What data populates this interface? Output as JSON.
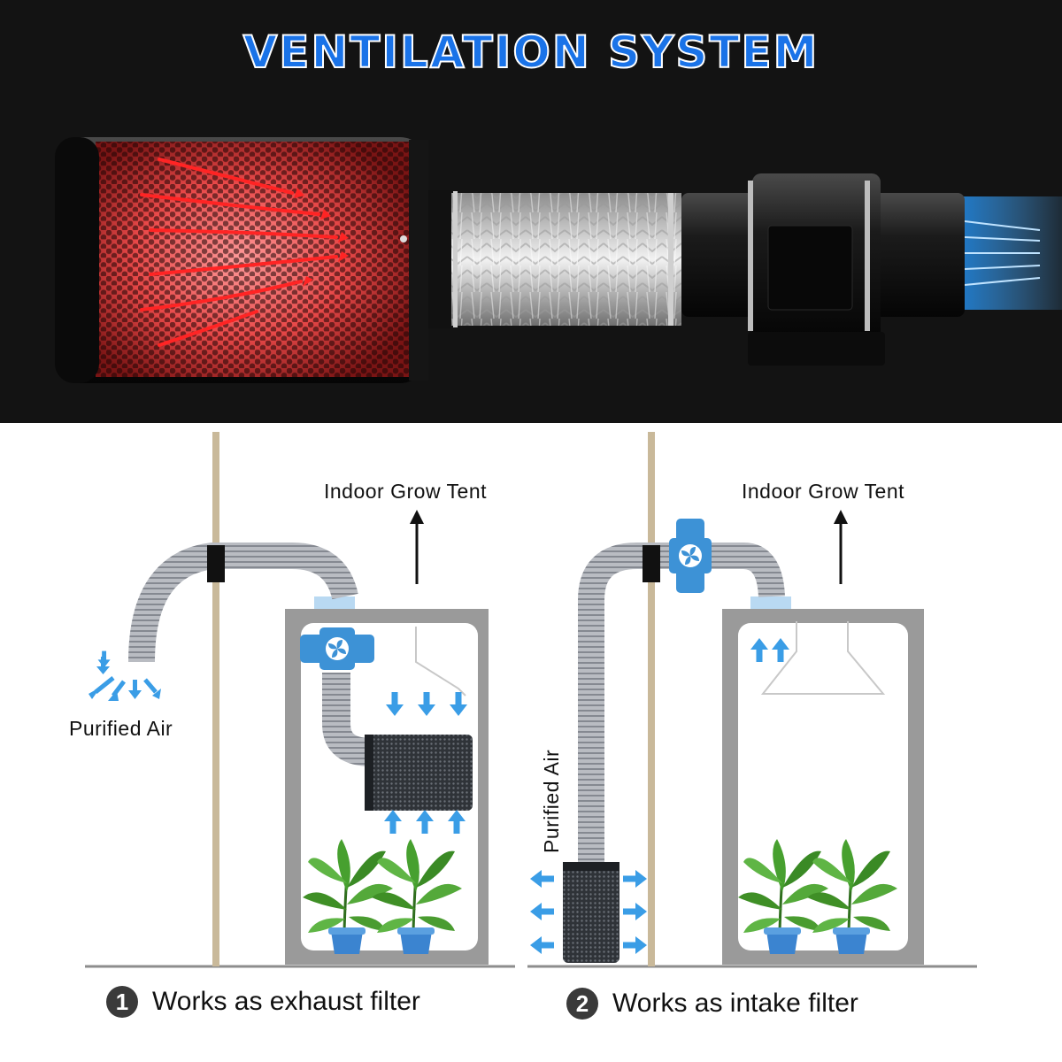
{
  "header": {
    "title": "VENTILATION SYSTEM"
  },
  "left_setup": {
    "tent_label": "Indoor Grow Tent",
    "purified_label": "Purified Air",
    "step_number": "1",
    "caption": "Works as exhaust filter"
  },
  "right_setup": {
    "tent_label": "Indoor Grow Tent",
    "purified_label": "Purified Air",
    "step_number": "2",
    "caption": "Works as intake filter"
  },
  "colors": {
    "title_blue": "#1a73e8",
    "hot_air": "#ff2a2a",
    "cool_air": "#2f9de8",
    "fan_blue": "#3d92d6",
    "wall": "#c9b99a",
    "tent_frame": "#8a8a8a"
  },
  "icons": [
    "fan-icon",
    "up-arrow-icon",
    "plant-icon",
    "carbon-filter-icon"
  ]
}
